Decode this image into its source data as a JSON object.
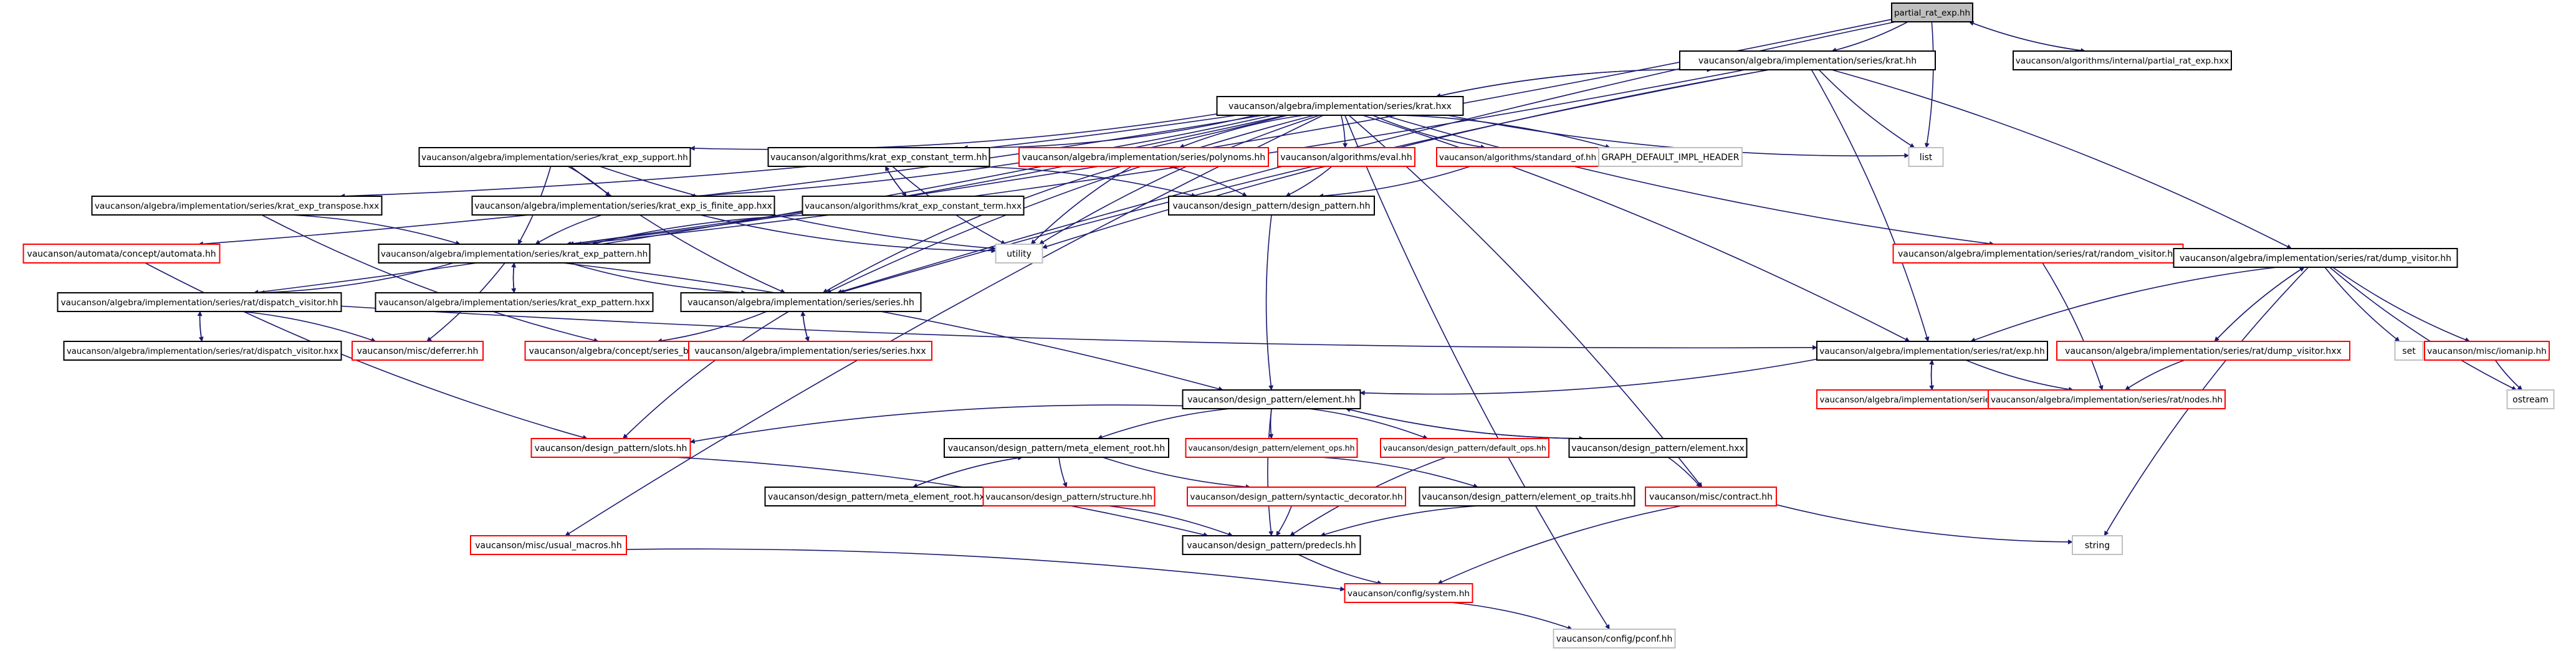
{
  "colors": {
    "edge": "#191970",
    "box_black": "#000000",
    "box_red": "#ff0000",
    "box_gray": "#bfbfbf",
    "root_fill": "#bfbfbf"
  },
  "nodes": [
    {
      "id": "partial_rat_exp_hh",
      "label": "partial_rat_exp.hh",
      "style": "root"
    },
    {
      "id": "krat_hh",
      "label": "vaucanson/algebra/implementation/series/krat.hh",
      "style": "black"
    },
    {
      "id": "partial_rat_exp_hxx",
      "label": "vaucanson/algorithms/internal/partial_rat_exp.hxx",
      "style": "black"
    },
    {
      "id": "krat_hxx",
      "label": "vaucanson/algebra/implementation/series/krat.hxx",
      "style": "black"
    },
    {
      "id": "list",
      "label": "list",
      "style": "gray"
    },
    {
      "id": "krat_exp_support_hh",
      "label": "vaucanson/algebra/implementation/series/krat_exp_support.hh",
      "style": "black"
    },
    {
      "id": "krat_exp_constant_term_hh",
      "label": "vaucanson/algorithms/krat_exp_constant_term.hh",
      "style": "black"
    },
    {
      "id": "polynoms_hh",
      "label": "vaucanson/algebra/implementation/series/polynoms.hh",
      "style": "red"
    },
    {
      "id": "eval_hh",
      "label": "vaucanson/algorithms/eval.hh",
      "style": "red"
    },
    {
      "id": "standard_of_hh",
      "label": "vaucanson/algorithms/standard_of.hh",
      "style": "red"
    },
    {
      "id": "graph_default_impl_header",
      "label": "GRAPH_DEFAULT_IMPL_HEADER",
      "style": "gray"
    },
    {
      "id": "krat_exp_transpose_hxx",
      "label": "vaucanson/algebra/implementation/series/krat_exp_transpose.hxx",
      "style": "black"
    },
    {
      "id": "krat_exp_is_finite_app_hxx",
      "label": "vaucanson/algebra/implementation/series/krat_exp_is_finite_app.hxx",
      "style": "black"
    },
    {
      "id": "krat_exp_constant_term_hxx",
      "label": "vaucanson/algorithms/krat_exp_constant_term.hxx",
      "style": "black"
    },
    {
      "id": "design_pattern_hh",
      "label": "vaucanson/design_pattern/design_pattern.hh",
      "style": "black"
    },
    {
      "id": "automata_hh",
      "label": "vaucanson/automata/concept/automata.hh",
      "style": "red"
    },
    {
      "id": "krat_exp_pattern_hh",
      "label": "vaucanson/algebra/implementation/series/krat_exp_pattern.hh",
      "style": "black"
    },
    {
      "id": "utility",
      "label": "utility",
      "style": "gray"
    },
    {
      "id": "random_visitor_hh",
      "label": "vaucanson/algebra/implementation/series/rat/random_visitor.hh",
      "style": "red"
    },
    {
      "id": "dump_visitor_hh",
      "label": "vaucanson/algebra/implementation/series/rat/dump_visitor.hh",
      "style": "black"
    },
    {
      "id": "dispatch_visitor_hh",
      "label": "vaucanson/algebra/implementation/series/rat/dispatch_visitor.hh",
      "style": "black"
    },
    {
      "id": "krat_exp_pattern_hxx",
      "label": "vaucanson/algebra/implementation/series/krat_exp_pattern.hxx",
      "style": "black"
    },
    {
      "id": "series_hh",
      "label": "vaucanson/algebra/implementation/series/series.hh",
      "style": "black"
    },
    {
      "id": "dispatch_visitor_hxx",
      "label": "vaucanson/algebra/implementation/series/rat/dispatch_visitor.hxx",
      "style": "black"
    },
    {
      "id": "deferrer_hh",
      "label": "vaucanson/misc/deferrer.hh",
      "style": "red"
    },
    {
      "id": "series_base_hh",
      "label": "vaucanson/algebra/concept/series_base.hh",
      "style": "red"
    },
    {
      "id": "series_hxx",
      "label": "vaucanson/algebra/implementation/series/series.hxx",
      "style": "red"
    },
    {
      "id": "exp_hh",
      "label": "vaucanson/algebra/implementation/series/rat/exp.hh",
      "style": "black"
    },
    {
      "id": "set",
      "label": "set",
      "style": "gray"
    },
    {
      "id": "iomanip_hh",
      "label": "vaucanson/misc/iomanip.hh",
      "style": "red"
    },
    {
      "id": "dump_visitor_hxx",
      "label": "vaucanson/algebra/implementation/series/rat/dump_visitor.hxx",
      "style": "red"
    },
    {
      "id": "ostream",
      "label": "ostream",
      "style": "gray"
    },
    {
      "id": "exp_hxx",
      "label": "vaucanson/algebra/implementation/series/rat/exp.hxx",
      "style": "red"
    },
    {
      "id": "nodes_hh",
      "label": "vaucanson/algebra/implementation/series/rat/nodes.hh",
      "style": "red"
    },
    {
      "id": "element_hh",
      "label": "vaucanson/design_pattern/element.hh",
      "style": "black"
    },
    {
      "id": "slots_hh",
      "label": "vaucanson/design_pattern/slots.hh",
      "style": "red"
    },
    {
      "id": "meta_element_root_hh",
      "label": "vaucanson/design_pattern/meta_element_root.hh",
      "style": "black"
    },
    {
      "id": "element_ops_hh",
      "label": "vaucanson/design_pattern/element_ops.hh",
      "style": "red"
    },
    {
      "id": "default_ops_hh",
      "label": "vaucanson/design_pattern/default_ops.hh",
      "style": "red"
    },
    {
      "id": "element_hxx",
      "label": "vaucanson/design_pattern/element.hxx",
      "style": "black"
    },
    {
      "id": "meta_element_root_hxx",
      "label": "vaucanson/design_pattern/meta_element_root.hxx",
      "style": "black"
    },
    {
      "id": "structure_hh",
      "label": "vaucanson/design_pattern/structure.hh",
      "style": "red"
    },
    {
      "id": "syntactic_decorator_hh",
      "label": "vaucanson/design_pattern/syntactic_decorator.hh",
      "style": "red"
    },
    {
      "id": "element_op_traits_hh",
      "label": "vaucanson/design_pattern/element_op_traits.hh",
      "style": "black"
    },
    {
      "id": "contract_hh",
      "label": "vaucanson/misc/contract.hh",
      "style": "red"
    },
    {
      "id": "usual_macros_hh",
      "label": "vaucanson/misc/usual_macros.hh",
      "style": "red"
    },
    {
      "id": "predecls_hh",
      "label": "vaucanson/design_pattern/predecls.hh",
      "style": "black"
    },
    {
      "id": "string",
      "label": "string",
      "style": "gray"
    },
    {
      "id": "system_hh",
      "label": "vaucanson/config/system.hh",
      "style": "red"
    },
    {
      "id": "pconf_hh",
      "label": "vaucanson/config/pconf.hh",
      "style": "gray"
    }
  ],
  "edges": [
    [
      "partial_rat_exp_hh",
      "krat_hh"
    ],
    [
      "partial_rat_exp_hh",
      "partial_rat_exp_hxx"
    ],
    [
      "partial_rat_exp_hh",
      "list"
    ],
    [
      "partial_rat_exp_hh",
      "krat_exp_pattern_hh"
    ],
    [
      "partial_rat_exp_hh",
      "series_hh"
    ],
    [
      "partial_rat_exp_hxx",
      "partial_rat_exp_hh"
    ],
    [
      "krat_hh",
      "krat_hxx"
    ],
    [
      "krat_hh",
      "list"
    ],
    [
      "krat_hh",
      "utility"
    ],
    [
      "krat_hh",
      "exp_hh"
    ],
    [
      "krat_hh",
      "dump_visitor_hh"
    ],
    [
      "krat_hh",
      "krat_exp_pattern_hh"
    ],
    [
      "krat_hh",
      "series_hh"
    ],
    [
      "krat_hxx",
      "krat_hh"
    ],
    [
      "krat_hxx",
      "list"
    ],
    [
      "krat_hxx",
      "krat_exp_support_hh"
    ],
    [
      "krat_hxx",
      "krat_exp_constant_term_hh"
    ],
    [
      "krat_hxx",
      "polynoms_hh"
    ],
    [
      "krat_hxx",
      "eval_hh"
    ],
    [
      "krat_hxx",
      "standard_of_hh"
    ],
    [
      "krat_hxx",
      "graph_default_impl_header"
    ],
    [
      "krat_hxx",
      "krat_exp_transpose_hxx"
    ],
    [
      "krat_hxx",
      "krat_exp_is_finite_app_hxx"
    ],
    [
      "krat_hxx",
      "automata_hh"
    ],
    [
      "krat_hxx",
      "krat_exp_pattern_hh"
    ],
    [
      "krat_hxx",
      "utility"
    ],
    [
      "krat_hxx",
      "random_visitor_hh"
    ],
    [
      "krat_hxx",
      "dispatch_visitor_hh"
    ],
    [
      "krat_hxx",
      "series_hh"
    ],
    [
      "krat_hxx",
      "exp_hh"
    ],
    [
      "krat_hxx",
      "contract_hh"
    ],
    [
      "krat_hxx",
      "usual_macros_hh"
    ],
    [
      "krat_hxx",
      "pconf_hh"
    ],
    [
      "krat_exp_support_hh",
      "krat_exp_is_finite_app_hxx"
    ],
    [
      "krat_exp_support_hh",
      "krat_exp_pattern_hh"
    ],
    [
      "krat_exp_support_hh",
      "series_hh"
    ],
    [
      "krat_exp_support_hh",
      "utility"
    ],
    [
      "krat_exp_constant_term_hh",
      "krat_exp_constant_term_hxx"
    ],
    [
      "krat_exp_constant_term_hh",
      "design_pattern_hh"
    ],
    [
      "krat_exp_constant_term_hh",
      "utility"
    ],
    [
      "krat_exp_constant_term_hxx",
      "krat_exp_constant_term_hh"
    ],
    [
      "krat_exp_constant_term_hxx",
      "krat_exp_pattern_hh"
    ],
    [
      "polynoms_hh",
      "design_pattern_hh"
    ],
    [
      "polynoms_hh",
      "utility"
    ],
    [
      "polynoms_hh",
      "series_hh"
    ],
    [
      "eval_hh",
      "design_pattern_hh"
    ],
    [
      "standard_of_hh",
      "design_pattern_hh"
    ],
    [
      "krat_exp_transpose_hxx",
      "krat_exp_pattern_hh"
    ],
    [
      "krat_exp_transpose_hxx",
      "series_base_hh"
    ],
    [
      "krat_exp_is_finite_app_hxx",
      "krat_exp_pattern_hh"
    ],
    [
      "krat_exp_is_finite_app_hxx",
      "utility"
    ],
    [
      "design_pattern_hh",
      "element_hh"
    ],
    [
      "automata_hh",
      "slots_hh"
    ],
    [
      "krat_exp_pattern_hh",
      "krat_exp_pattern_hxx"
    ],
    [
      "krat_exp_pattern_hh",
      "dispatch_visitor_hh"
    ],
    [
      "krat_exp_pattern_hh",
      "element_hh"
    ],
    [
      "krat_exp_pattern_hh",
      "series_hh"
    ],
    [
      "krat_exp_pattern_hh",
      "deferrer_hh"
    ],
    [
      "krat_exp_pattern_hxx",
      "krat_exp_pattern_hh"
    ],
    [
      "random_visitor_hh",
      "nodes_hh"
    ],
    [
      "dump_visitor_hh",
      "dump_visitor_hxx"
    ],
    [
      "dump_visitor_hh",
      "exp_hh"
    ],
    [
      "dump_visitor_hh",
      "set"
    ],
    [
      "dump_visitor_hh",
      "iomanip_hh"
    ],
    [
      "dump_visitor_hh",
      "ostream"
    ],
    [
      "dump_visitor_hh",
      "string"
    ],
    [
      "dump_visitor_hxx",
      "dump_visitor_hh"
    ],
    [
      "dump_visitor_hxx",
      "nodes_hh"
    ],
    [
      "dispatch_visitor_hh",
      "dispatch_visitor_hxx"
    ],
    [
      "dispatch_visitor_hh",
      "deferrer_hh"
    ],
    [
      "dispatch_visitor_hh",
      "exp_hh"
    ],
    [
      "dispatch_visitor_hxx",
      "dispatch_visitor_hh"
    ],
    [
      "series_hh",
      "series_hxx"
    ],
    [
      "series_hh",
      "series_base_hh"
    ],
    [
      "series_hh",
      "slots_hh"
    ],
    [
      "series_hxx",
      "series_hh"
    ],
    [
      "iomanip_hh",
      "ostream"
    ],
    [
      "exp_hh",
      "exp_hxx"
    ],
    [
      "exp_hh",
      "nodes_hh"
    ],
    [
      "exp_hh",
      "element_hh"
    ],
    [
      "exp_hxx",
      "exp_hh"
    ],
    [
      "element_hh",
      "slots_hh"
    ],
    [
      "element_hh",
      "meta_element_root_hh"
    ],
    [
      "element_hh",
      "element_ops_hh"
    ],
    [
      "element_hh",
      "default_ops_hh"
    ],
    [
      "element_hh",
      "element_hxx"
    ],
    [
      "element_hh",
      "predecls_hh"
    ],
    [
      "element_hxx",
      "element_hh"
    ],
    [
      "element_hxx",
      "contract_hh"
    ],
    [
      "meta_element_root_hh",
      "meta_element_root_hxx"
    ],
    [
      "meta_element_root_hh",
      "structure_hh"
    ],
    [
      "meta_element_root_hh",
      "syntactic_decorator_hh"
    ],
    [
      "meta_element_root_hxx",
      "meta_element_root_hh"
    ],
    [
      "element_ops_hh",
      "element_op_traits_hh"
    ],
    [
      "default_ops_hh",
      "predecls_hh"
    ],
    [
      "slots_hh",
      "predecls_hh"
    ],
    [
      "structure_hh",
      "predecls_hh"
    ],
    [
      "syntactic_decorator_hh",
      "predecls_hh"
    ],
    [
      "element_op_traits_hh",
      "predecls_hh"
    ],
    [
      "contract_hh",
      "string"
    ],
    [
      "contract_hh",
      "system_hh"
    ],
    [
      "usual_macros_hh",
      "system_hh"
    ],
    [
      "predecls_hh",
      "system_hh"
    ],
    [
      "system_hh",
      "pconf_hh"
    ]
  ]
}
